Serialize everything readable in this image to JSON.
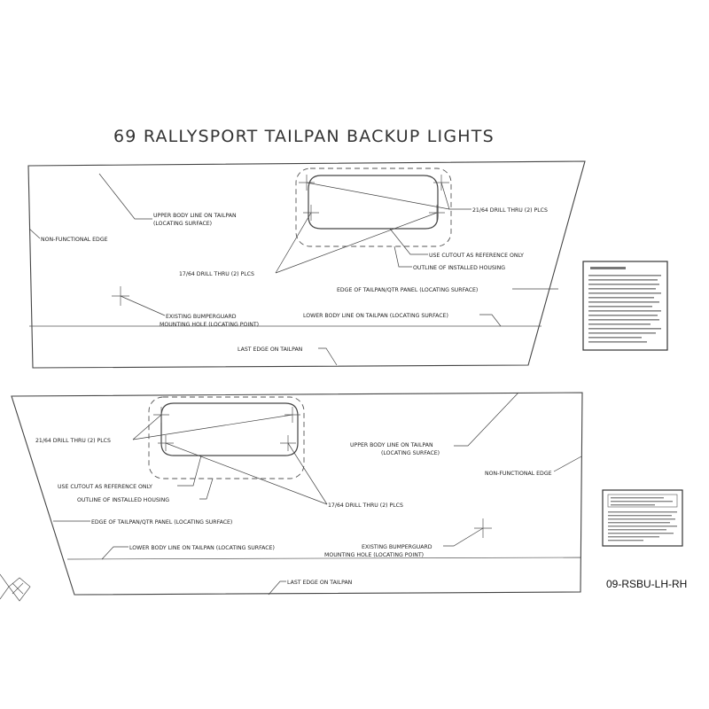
{
  "title": "69 RALLYSPORT TAILPAN BACKUP LIGHTS",
  "part_number": "09-RSBU-LH-RH",
  "top_template": {
    "labels": {
      "upper_body_line": [
        "UPPER BODY LINE ON TAILPAN",
        "(LOCATING SURFACE)"
      ],
      "non_functional_edge": "NON-FUNCTIONAL EDGE",
      "drill_21": "21/64 DRILL THRU (2) PLCS",
      "use_cutout": "USE CUTOUT AS REFERENCE ONLY",
      "outline_housing": "OUTLINE OF INSTALLED HOUSING",
      "drill_17": "17/64 DRILL THRU (2) PLCS",
      "edge_tailpan": "EDGE OF TAILPAN/QTR PANEL (LOCATING SURFACE)",
      "bumperguard": [
        "EXISTING BUMPERGUARD",
        "MOUNTING HOLE (LOCATING POINT)"
      ],
      "lower_body_line": "LOWER BODY LINE ON TAILPAN (LOCATING SURFACE)",
      "last_edge": "LAST EDGE ON TAILPAN"
    }
  },
  "bottom_template": {
    "labels": {
      "drill_21": "21/64 DRILL THRU (2) PLCS",
      "upper_body_line": [
        "UPPER BODY LINE ON TAILPAN",
        "(LOCATING SURFACE)"
      ],
      "non_functional_edge": "NON-FUNCTIONAL EDGE",
      "use_cutout": "USE CUTOUT AS REFERENCE ONLY",
      "outline_housing": "OUTLINE OF INSTALLED HOUSING",
      "drill_17": "17/64 DRILL THRU (2) PLCS",
      "edge_tailpan": "EDGE OF TAILPAN/QTR PANEL (LOCATING SURFACE)",
      "lower_body_line": "LOWER BODY LINE ON TAILPAN (LOCATING SURFACE)",
      "bumperguard": [
        "EXISTING BUMPERGUARD",
        "MOUNTING HOLE (LOCATING POINT)"
      ],
      "last_edge": "LAST EDGE ON TAILPAN"
    }
  },
  "colors": {
    "ink": "#333333",
    "background": "#ffffff"
  }
}
